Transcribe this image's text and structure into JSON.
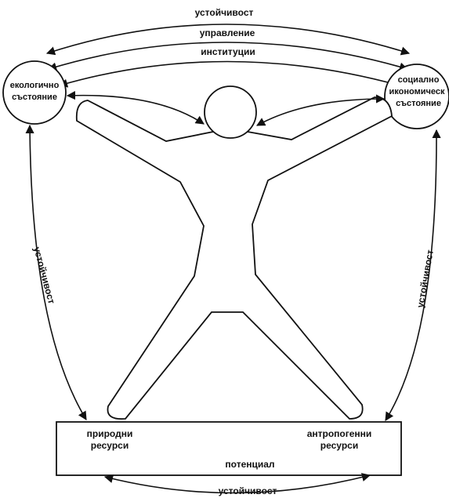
{
  "arcs": {
    "top_outer": "устойчивост",
    "top_middle": "управление",
    "top_inner": "институции"
  },
  "nodes": {
    "left_circle": {
      "line1": "екологично",
      "line2": "състояние"
    },
    "right_circle": {
      "line1": "социално",
      "line2": "икономическ",
      "line3": "състояние"
    }
  },
  "side_labels": {
    "left": "устойчивост",
    "right": "устойчивост"
  },
  "bottom_box": {
    "left_line1": "природни",
    "left_line2": "ресурси",
    "right_line1": "антропогенни",
    "right_line2": "ресурси",
    "center": "потенциал"
  },
  "bottom_arc": "устойчивост"
}
